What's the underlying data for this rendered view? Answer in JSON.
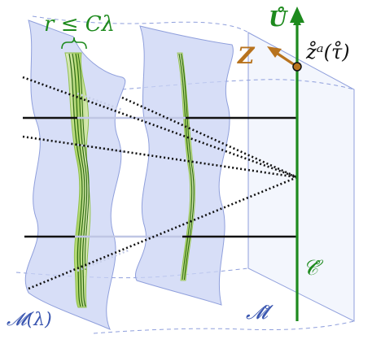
{
  "labels": {
    "radius_condition": "r ≤ Cλ",
    "vector_u": "Ů",
    "vector_z": "Z",
    "point_label": "z̊ᵃ(τ̊)",
    "curve_label": "𝒞̊",
    "manifold_label": "𝓜̊",
    "family_label": "𝓜(λ)"
  },
  "colors": {
    "curve_green": "#1d8a1d",
    "arrow_orange": "#b8731e",
    "sheet_fill": "#c9d3f4",
    "sheet_stroke": "#8f9fdc",
    "tube_fill": "#b9e07a",
    "tube_line": "#2d6a12",
    "label_blue": "#3a56b0"
  }
}
